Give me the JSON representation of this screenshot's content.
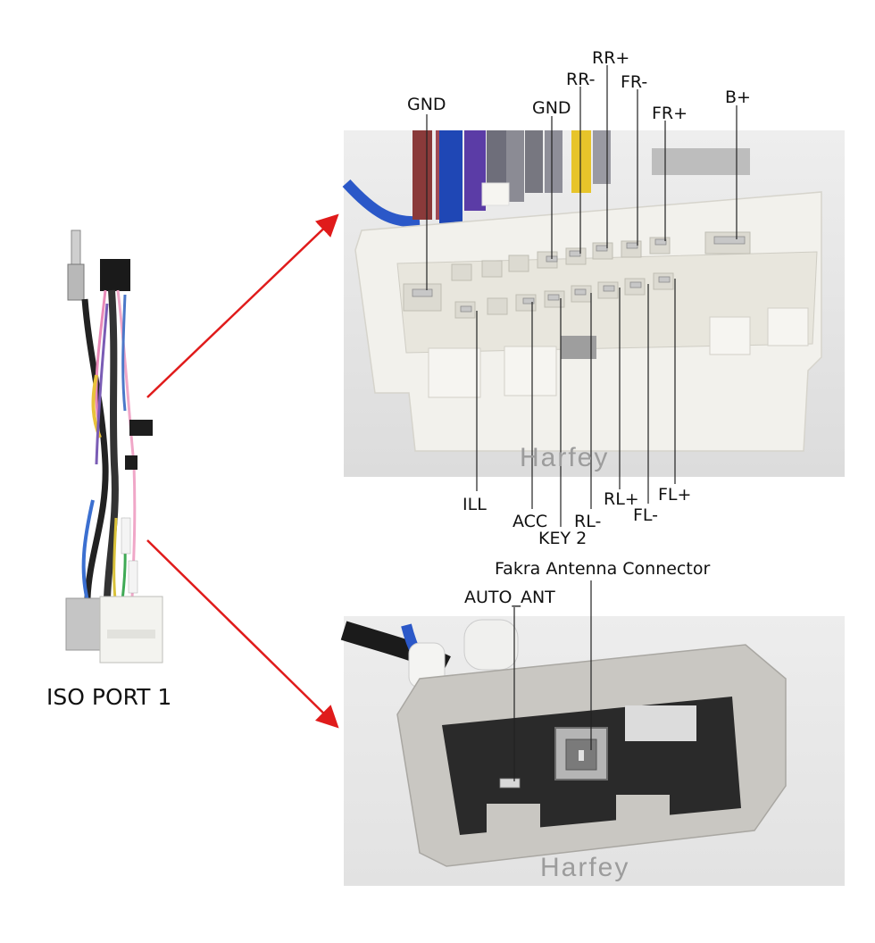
{
  "caption": "ISO PORT 1",
  "watermark": "Harfey",
  "top_connector_pins": {
    "upper_row": [
      "GND",
      "GND",
      "RR-",
      "RR+",
      "FR-",
      "FR+",
      "B+"
    ],
    "lower_row": [
      "ILL",
      "ACC",
      "KEY 2",
      "RL-",
      "RL+",
      "FL-",
      "FL+"
    ]
  },
  "bottom_connector": {
    "title": "Fakra Antenna Connector",
    "pin": "AUTO_ANT"
  },
  "colors": {
    "arrow": "#e01b1b",
    "connector_white": "#f2f1ec",
    "connector_gray": "#c9c7c2",
    "leader_line": "#222222"
  }
}
